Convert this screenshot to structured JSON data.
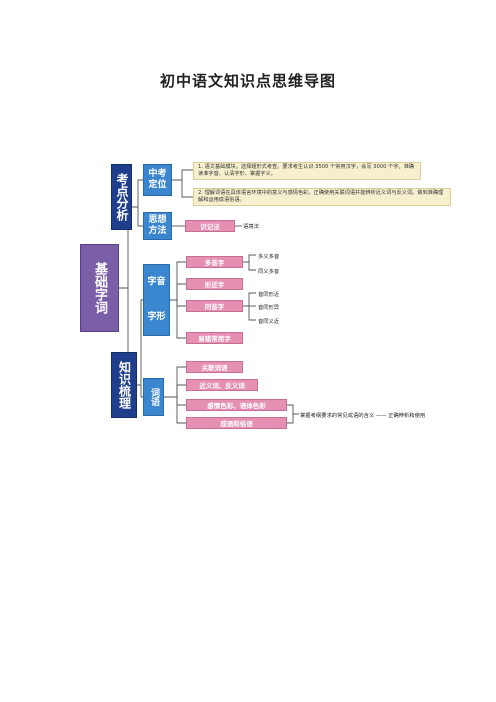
{
  "title": "初中语文知识点思维导图",
  "root": "基础字词",
  "branches": {
    "kaodian": {
      "label": "考点分析",
      "dingwei": {
        "label": "中考定位",
        "note1": "1. 语文基础模块。选择题形式考查。要求考生认识 3500 个常用汉字，会写 3000 个字。准确读准字音、认清字形、掌握字义。",
        "note2": "2. 理解词语在具体语言环境中的意义与感情色彩。正确使用关联词语并能辨析近义词与反义词。做到准确理解和运用成语俗语。"
      },
      "fangfa": {
        "label": "思想方法",
        "item": "识记法",
        "detail": "语境法"
      }
    },
    "zhishi": {
      "label": "知识梳理",
      "zixing": {
        "label1": "字音",
        "label2": "字形",
        "items": [
          "多音字",
          "形近字",
          "同音字",
          "易错常用字"
        ],
        "duoyin_sub": [
          "多义多音",
          "同义多音"
        ],
        "tongyin_sub": [
          "音同形近",
          "音同形异",
          "音同义近"
        ]
      },
      "ciyu": {
        "label": "词语",
        "items": [
          "关联词语",
          "近义词、反义词",
          "感情色彩、语体色彩",
          "成语和俗语"
        ],
        "note": "掌握考纲要求的常见成语的含义 —— 正确辨析和使用"
      }
    }
  },
  "colors": {
    "root": "#7b5ea8",
    "level1": "#1f3f8c",
    "level2": "#3a86cf",
    "leaf": "#e58fb3",
    "note_bg": "#f7f0cf",
    "line": "#555555"
  }
}
